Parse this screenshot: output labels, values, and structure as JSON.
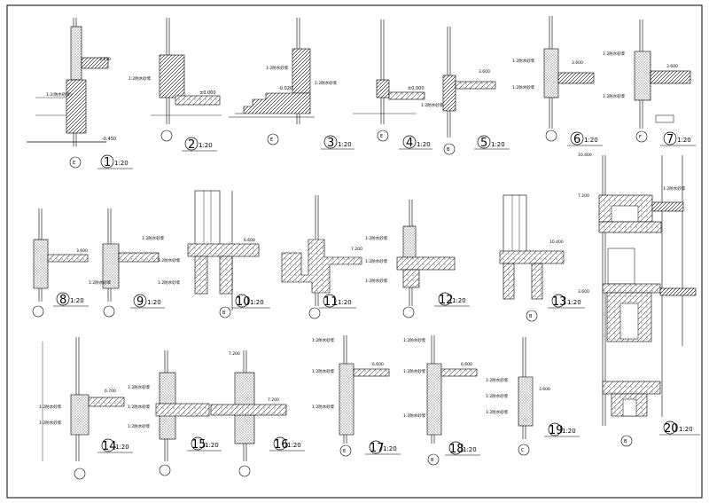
{
  "sheet": {
    "title": ""
  },
  "details": [
    {
      "num": "1",
      "scale": "1:20",
      "axis": "E"
    },
    {
      "num": "2",
      "scale": "1:20",
      "axis": ""
    },
    {
      "num": "3",
      "scale": "1:20",
      "axis": "E"
    },
    {
      "num": "4",
      "scale": "1:20",
      "axis": "E"
    },
    {
      "num": "5",
      "scale": "1:20",
      "axis": "B"
    },
    {
      "num": "6",
      "scale": "1:20",
      "axis": ""
    },
    {
      "num": "7",
      "scale": "1:20",
      "axis": "F"
    },
    {
      "num": "8",
      "scale": "1:20",
      "axis": ""
    },
    {
      "num": "9",
      "scale": "1:20",
      "axis": ""
    },
    {
      "num": "10",
      "scale": "1:20",
      "axis": "B"
    },
    {
      "num": "11",
      "scale": "1:20",
      "axis": ""
    },
    {
      "num": "12",
      "scale": "1:20",
      "axis": ""
    },
    {
      "num": "13",
      "scale": "1:20",
      "axis": "B"
    },
    {
      "num": "14",
      "scale": "1:20",
      "axis": ""
    },
    {
      "num": "15",
      "scale": "1:20",
      "axis": ""
    },
    {
      "num": "16",
      "scale": "1:20",
      "axis": ""
    },
    {
      "num": "17",
      "scale": "1:20",
      "axis": "E"
    },
    {
      "num": "18",
      "scale": "1:20",
      "axis": "B"
    },
    {
      "num": "19",
      "scale": "1:20",
      "axis": "C"
    },
    {
      "num": "20",
      "scale": "1:20",
      "axis": "B"
    }
  ],
  "levels": {
    "l1": "-0.450",
    "l2": "±0.000",
    "l3": "-0.020",
    "l4": "3.600",
    "l5": "6.600",
    "l6": "7.200",
    "l7": "10.400"
  }
}
